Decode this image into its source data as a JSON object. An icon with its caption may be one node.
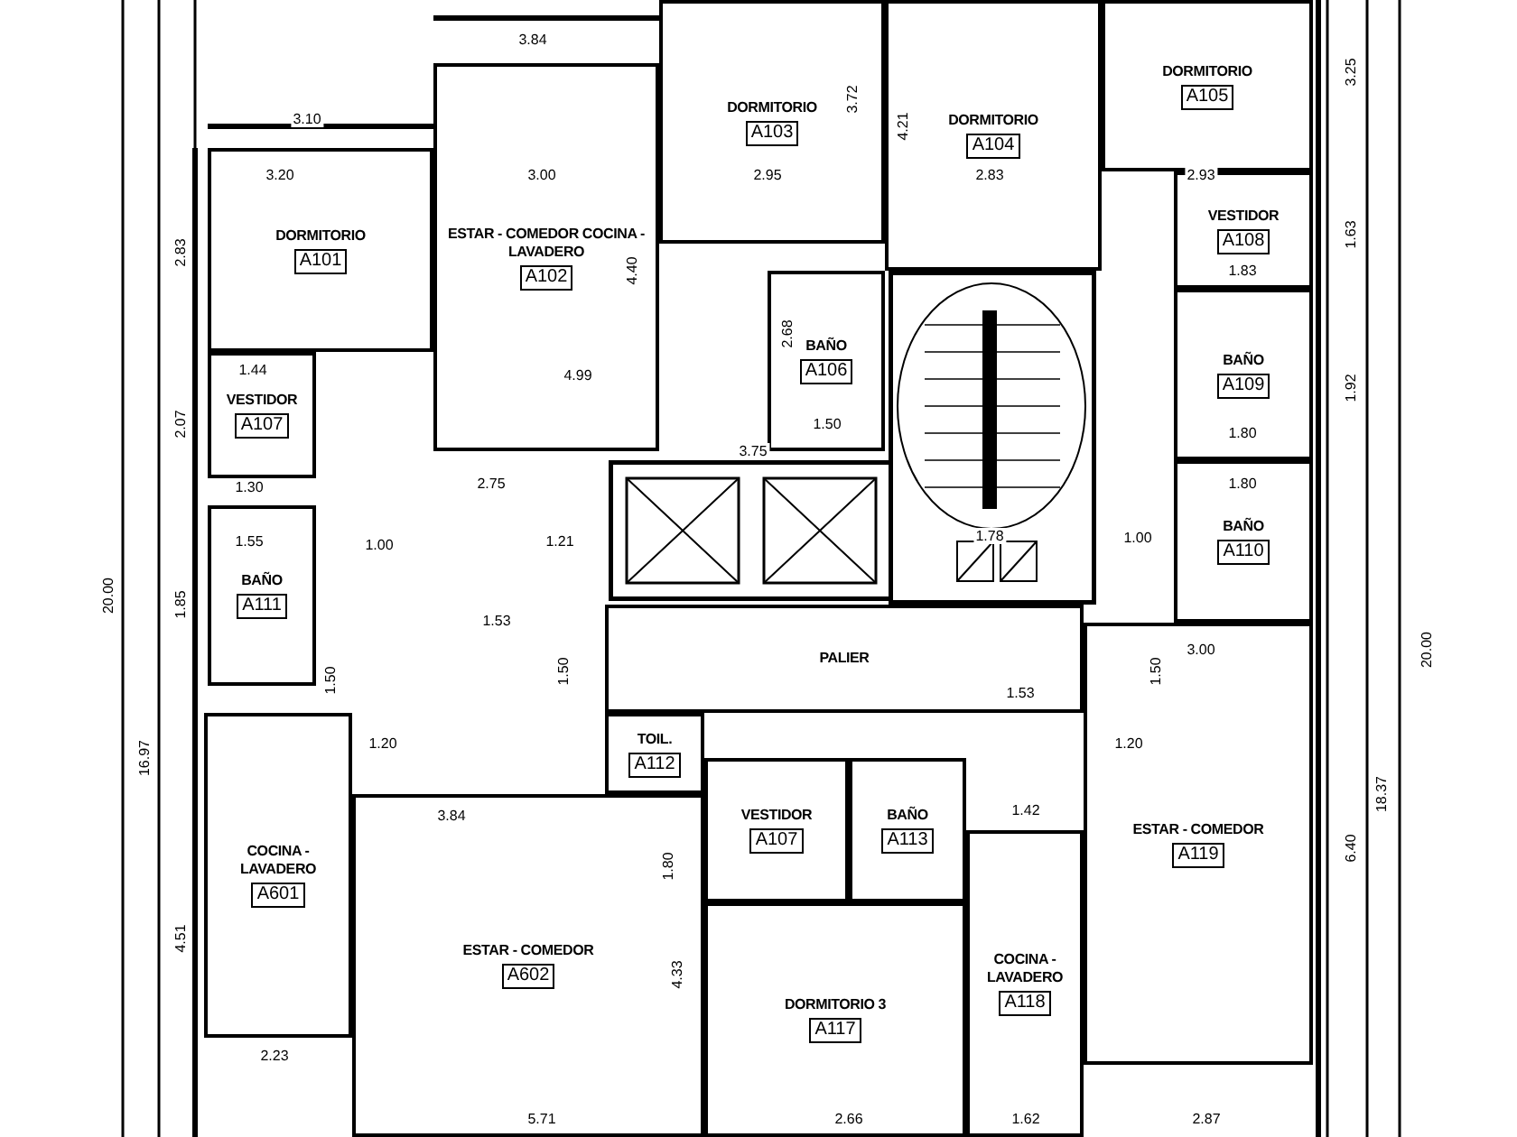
{
  "diagram": {
    "nodes": [
      {
        "text": [
          "DORMITORIO",
          "A101"
        ]
      },
      {
        "text": [
          "ESTAR - COMEDOR COCINA - LAVADERO",
          "A102"
        ]
      },
      {
        "text": [
          "DORMITORIO",
          "A103"
        ]
      },
      {
        "text": [
          "DORMITORIO",
          "A104"
        ]
      },
      {
        "text": [
          "DORMITORIO",
          "A105"
        ]
      },
      {
        "text": [
          "VESTIDOR",
          "A107"
        ]
      },
      {
        "text": [
          "BAÑO",
          "A106"
        ]
      },
      {
        "text": [
          "VESTIDOR",
          "A108"
        ]
      },
      {
        "text": [
          "BAÑO",
          "A109"
        ]
      },
      {
        "text": [
          "BAÑO",
          "A110"
        ]
      },
      {
        "text": [
          "BAÑO",
          "A111"
        ]
      },
      {
        "text": [
          "PALIER"
        ]
      },
      {
        "text": [
          "TOIL.",
          "A112"
        ]
      },
      {
        "text": [
          "VESTIDOR",
          "A107"
        ]
      },
      {
        "text": [
          "BAÑO",
          "A113"
        ]
      },
      {
        "text": [
          "COCINA - LAVADERO",
          "A601"
        ]
      },
      {
        "text": [
          "ESTAR - COMEDOR",
          "A602"
        ]
      },
      {
        "text": [
          "DORMITORIO 3",
          "A117"
        ]
      },
      {
        "text": [
          "COCINA - LAVADERO",
          "A118"
        ]
      },
      {
        "text": [
          "ESTAR - COMEDOR",
          "A119"
        ]
      }
    ],
    "labels": [
      "3.84",
      "3.10",
      "3.20",
      "3.00",
      "2.95",
      "3.72",
      "4.21",
      "2.83",
      "2.93",
      "3.25",
      "1.63",
      "1.83",
      "1.92",
      "1.80",
      "4.40",
      "4.99",
      "2.83",
      "2.07",
      "1.44",
      "1.30",
      "1.55",
      "1.00",
      "1.85",
      "2.75",
      "1.21",
      "3.75",
      "2.68",
      "1.50",
      "1.78",
      "1.00",
      "1.80",
      "1.53",
      "1.50",
      "1.20",
      "1.50",
      "1.53",
      "1.50",
      "1.20",
      "3.84",
      "1.80",
      "3.00",
      "1.42",
      "6.40",
      "4.51",
      "4.33",
      "2.23",
      "5.71",
      "2.66",
      "1.62",
      "2.87",
      "20.00",
      "16.97",
      "18.37",
      "20.00"
    ]
  }
}
